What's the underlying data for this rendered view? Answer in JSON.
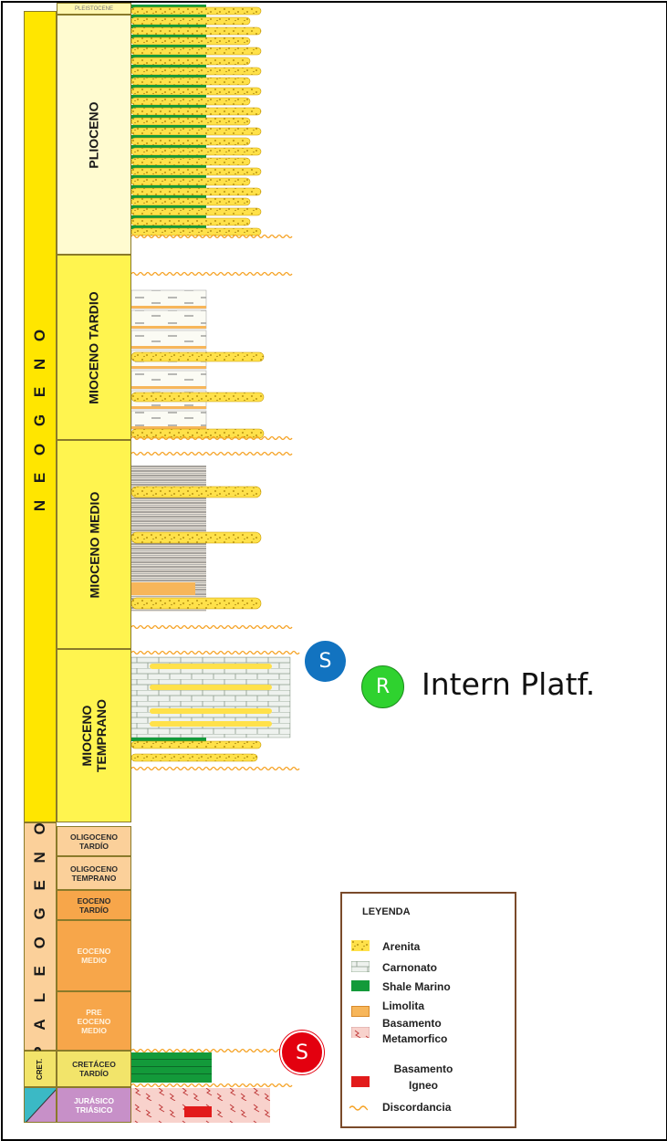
{
  "eras": {
    "neogeno": "N E O G E N O",
    "paleogeno": "P A L E O G E N O",
    "cret": "CRET."
  },
  "epochs": {
    "pleistoceno": "PLEISTOCENE",
    "plioceno": "PLIOCENO",
    "mioceno_tardio": "MIOCENO TARDIO",
    "mioceno_medio": "MIOCENO MEDIO",
    "mioceno_temprano": "MIOCENO TEMPRANO",
    "oligoceno_tardio": "OLIGOCENO TARDÍO",
    "oligoceno_temprano": "OLIGOCENO TEMPRANO",
    "eoceno_tardio": "EOCENO TARDÍO",
    "eoceno_medio": "EOCENO MEDIO",
    "pre_eoceno_medio": "PRE EOCENO MEDIO",
    "cretaceo_tardio": "CRETÁCEO TARDÍO",
    "jurasico_triasico": "JURÁSICO TRIÁSICO"
  },
  "markers": {
    "s_blue": "S",
    "r_green": "R",
    "intern_platf": "Intern Platf.",
    "s_red": "S"
  },
  "legend": {
    "title": "LEYENDA",
    "items": [
      {
        "label": "Arenita"
      },
      {
        "label": "Carnonato"
      },
      {
        "label": "Shale Marino"
      },
      {
        "label": "Limolita"
      },
      {
        "label": "Basamento Metamorfico"
      },
      {
        "label": "Basamento Igneo"
      },
      {
        "label": "Discordancia"
      }
    ]
  },
  "colors": {
    "era_yellow": "#ffe600",
    "epoch_pale": "#fffbd0",
    "epoch_yellow": "#fff44f",
    "paleogene": "#fbd09a",
    "paleogene_dark": "#f7a64a",
    "arenita": "#ffe14a",
    "shale_marino": "#139a3a",
    "limolita": "#f7b65a",
    "cret": "#f2e46a",
    "jurasico": "#c790c8",
    "triassic_teal": "#3bb9c5",
    "basement_pink": "#f8d2cc",
    "basement_red": "#e21b1b",
    "badge_blue": "#1273c0",
    "badge_green": "#2fd22f",
    "badge_red": "#e3000f"
  }
}
